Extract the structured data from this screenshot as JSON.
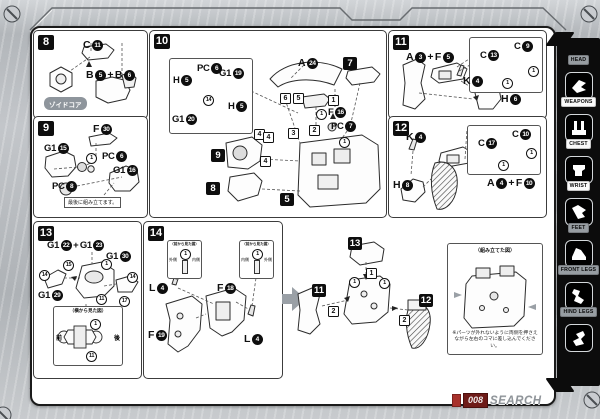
{
  "sidebar": {
    "items": [
      {
        "label": "HEAD"
      },
      {
        "label": "WEAPONS"
      },
      {
        "label": "CHEST"
      },
      {
        "label": "WRIST"
      },
      {
        "label": "FEET"
      },
      {
        "label": "FRONT LEGS"
      },
      {
        "label": "HIND LEGS"
      }
    ]
  },
  "watermark": {
    "num": "008",
    "text": "SEARCH"
  },
  "s8": {
    "num": "8",
    "c_l": "C",
    "c_n": "11",
    "b1_l": "B",
    "b1_n": "5",
    "plus": "+",
    "b2_l": "B",
    "b2_n": "6",
    "tag": "ゾイドコア"
  },
  "s9": {
    "num": "9",
    "f_l": "F",
    "f_n": "30",
    "g15_l": "G1",
    "g15_n": "15",
    "pc6_l": "PC",
    "pc6_n": "6",
    "g16_l": "G1",
    "g16_n": "16",
    "pc8_l": "PC",
    "pc8_n": "8",
    "c1": "1",
    "note": "最後に組み立てます。"
  },
  "s10": {
    "num": "10",
    "pc6_l": "PC",
    "pc6_n": "6",
    "h5a_l": "H",
    "h5a_n": "5",
    "g19_l": "G1",
    "g19_n": "19",
    "g20_l": "G1",
    "g20_n": "20",
    "h5b_l": "H",
    "h5b_n": "5",
    "c14": "14",
    "a24_l": "A",
    "a24_n": "24",
    "ref7": "7",
    "ref9": "9",
    "ref8": "8",
    "ref5": "5",
    "sq6": "6",
    "sq5": "5",
    "sq1": "1",
    "sq2": "2",
    "sq3": "3",
    "sq4a": "4",
    "sq4b": "4",
    "sq4c": "4",
    "f16_l": "F",
    "f16_n": "16",
    "pc7_l": "PC",
    "pc7_n": "7",
    "c1a": "1",
    "c1b": "1"
  },
  "s11": {
    "num": "11",
    "a_l": "A",
    "a_n": "3",
    "plus": "+",
    "f_l": "F",
    "f_n": "5",
    "k_l": "K",
    "k_n": "4",
    "h_l": "H",
    "h_n": "6",
    "c13_l": "C",
    "c13_n": "13",
    "c9_l": "C",
    "c9_n": "9",
    "c1a": "1",
    "c1b": "1"
  },
  "s12": {
    "num": "12",
    "k_l": "K",
    "k_n": "4",
    "h_l": "H",
    "h_n": "8",
    "a_l": "A",
    "a_n": "4",
    "plus": "+",
    "f_l": "F",
    "f_n": "10",
    "c17_l": "C",
    "c17_n": "17",
    "c10_l": "C",
    "c10_n": "10",
    "c1a": "1",
    "c1b": "1"
  },
  "s13": {
    "num": "13",
    "g22_l": "G1",
    "g22_n": "22",
    "plus": "+",
    "g23_l": "G1",
    "g23_n": "23",
    "g30_l": "G1",
    "g30_n": "30",
    "g29_l": "G1",
    "g29_n": "29",
    "c14a": "14",
    "c15": "15",
    "c1a": "1",
    "c14b": "14",
    "c11": "11",
    "c17": "17",
    "inset_title": "（横から見た図）",
    "front": "前",
    "rear": "後",
    "ic1": "1",
    "ic11": "11"
  },
  "s14": {
    "num": "14",
    "l4a_l": "L",
    "l4a_n": "4",
    "f18_l": "F",
    "f18_n": "18",
    "f19_l": "F",
    "f19_n": "19",
    "l4b_l": "L",
    "l4b_n": "4",
    "inset_title": "（前から見た図）",
    "outer": "外側",
    "inner": "内側",
    "ic1a": "1",
    "ic1b": "1"
  },
  "asm": {
    "ref13": "13",
    "ref11": "11",
    "ref12": "12",
    "sq1": "1",
    "sq2a": "2",
    "sq2b": "2",
    "c1a": "1",
    "c1b": "1"
  },
  "final": {
    "title": "（組み立てた図）",
    "note1": "※パーツが外れないように両側を押さえ",
    "note2": "ながら左右のコマに差し込んでください。"
  }
}
